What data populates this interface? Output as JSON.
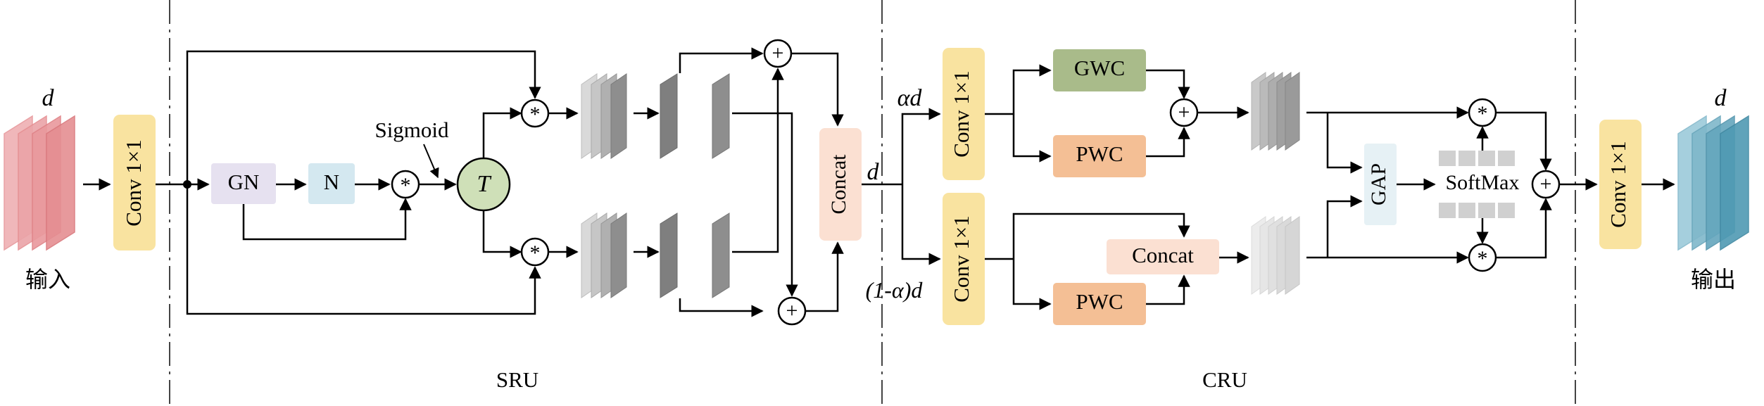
{
  "input": {
    "dim": "d",
    "label": "输入"
  },
  "output": {
    "dim": "d",
    "label": "输出"
  },
  "conv_in": "Conv 1×1",
  "conv_out": "Conv 1×1",
  "sru": {
    "title": "SRU",
    "gn": "GN",
    "n": "N",
    "sigmoid": "Sigmoid",
    "t": "T",
    "mul": "*",
    "add": "+",
    "concat": "Concat",
    "out_dim": "d"
  },
  "cru": {
    "title": "CRU",
    "alpha_d": "αd",
    "one_minus_alpha_d": "(1-α)d",
    "conv_upper": "Conv 1×1",
    "conv_lower": "Conv 1×1",
    "gwc": "GWC",
    "pwc_upper": "PWC",
    "pwc_lower": "PWC",
    "concat": "Concat",
    "gap": "GAP",
    "softmax": "SoftMax",
    "mul": "*",
    "add": "+"
  },
  "colors": {
    "input_maps": "#e58e92",
    "output_maps": "#4f9ab3",
    "conv": "#f9e3a0",
    "gn": "#e6e1f0",
    "n": "#d4e8f0",
    "t_node": "#cfe0b8",
    "concat": "#fbe0d2",
    "gwc": "#a9bb8a",
    "pwc": "#f4bf95",
    "gap": "#e6f1f5",
    "softmax_cells": "#d0d0d0",
    "stroke": "#000000"
  }
}
